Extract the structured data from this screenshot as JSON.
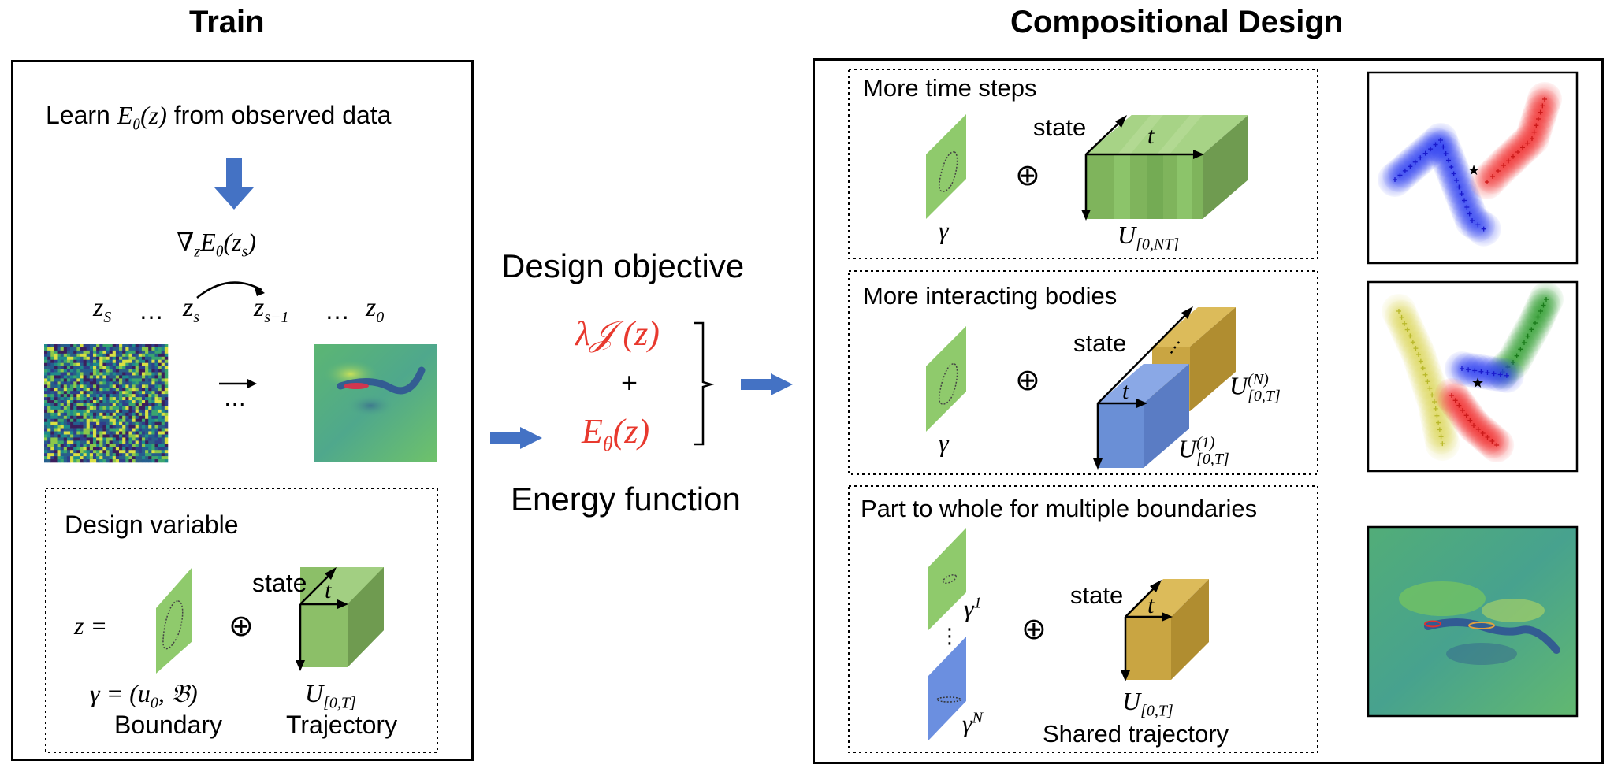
{
  "train": {
    "title": "Train",
    "learn_prefix": "Learn ",
    "learn_math": "Eθ(z)",
    "learn_suffix": " from observed data",
    "gradient": "∇zEθ(zs)",
    "seq": {
      "zS": "zS",
      "dots1": "…",
      "zs": "zs",
      "zs1": "zs−1",
      "dots2": "…",
      "z0": "z0"
    },
    "arrow_dots": "⋯",
    "design_variable": {
      "title": "Design variable",
      "z_eq": "z =",
      "oplus": "⊕",
      "state": "state",
      "t": "t",
      "gamma_def": "γ = (u0, 𝔅)",
      "boundary": "Boundary",
      "U": "U[0,T]",
      "trajectory": "Trajectory"
    }
  },
  "middle": {
    "design_objective": "Design objective",
    "lambda_J": "λ𝒥 (z)",
    "plus": "+",
    "energy_term": "Eθ(z)",
    "energy_function": "Energy function"
  },
  "comp": {
    "title": "Compositional Design",
    "p1": {
      "title": "More time steps",
      "gamma": "γ",
      "oplus": "⊕",
      "state": "state",
      "t": "t",
      "U": "U[0,NT]"
    },
    "p2": {
      "title": "More interacting bodies",
      "gamma": "γ",
      "oplus": "⊕",
      "state": "state",
      "t": "t",
      "dots": "⋮",
      "UN": "U(N)[0,T]",
      "U1": "U(1)[0,T]"
    },
    "p3": {
      "title": "Part to whole for multiple boundaries",
      "gamma1": "γ1",
      "dots": "⋮",
      "gammaN": "γN",
      "oplus": "⊕",
      "state": "state",
      "t": "t",
      "U": "U[0,T]",
      "shared": "Shared trajectory"
    }
  },
  "colors": {
    "red_text": "#e8392e",
    "arrow_blue": "#4472c4",
    "green_plane": "#8fca6c",
    "green_cube": "#7aa95a",
    "blue_plane": "#6b8fe0",
    "gold_cube": "#c9a542",
    "blue_cube": "#6a8fd6",
    "field_bg": "#4fae7c"
  }
}
